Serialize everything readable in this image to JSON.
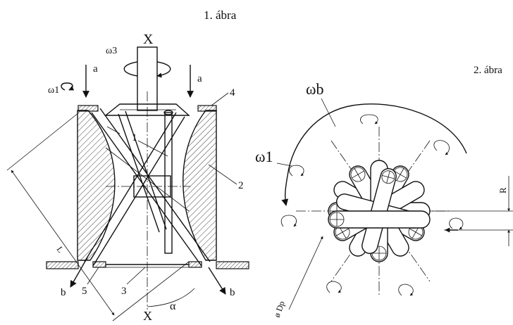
{
  "fig1": {
    "title": "1. ábra",
    "axis_top": "X",
    "axis_bottom": "X",
    "omega3": "ω3",
    "omega1": "ω1",
    "a_left": "a",
    "a_right": "a",
    "b_left": "b",
    "b_right": "b",
    "alpha": "α",
    "L": "L",
    "part1": "1",
    "part2": "2",
    "part3": "3",
    "part4": "4",
    "part5": "5"
  },
  "fig2": {
    "title": "2. ábra",
    "omega_b": "ωb",
    "omega1": "ω1",
    "R": "R",
    "Dp": "ø Dp"
  },
  "colors": {
    "ink": "#111111",
    "paper": "#ffffff"
  }
}
